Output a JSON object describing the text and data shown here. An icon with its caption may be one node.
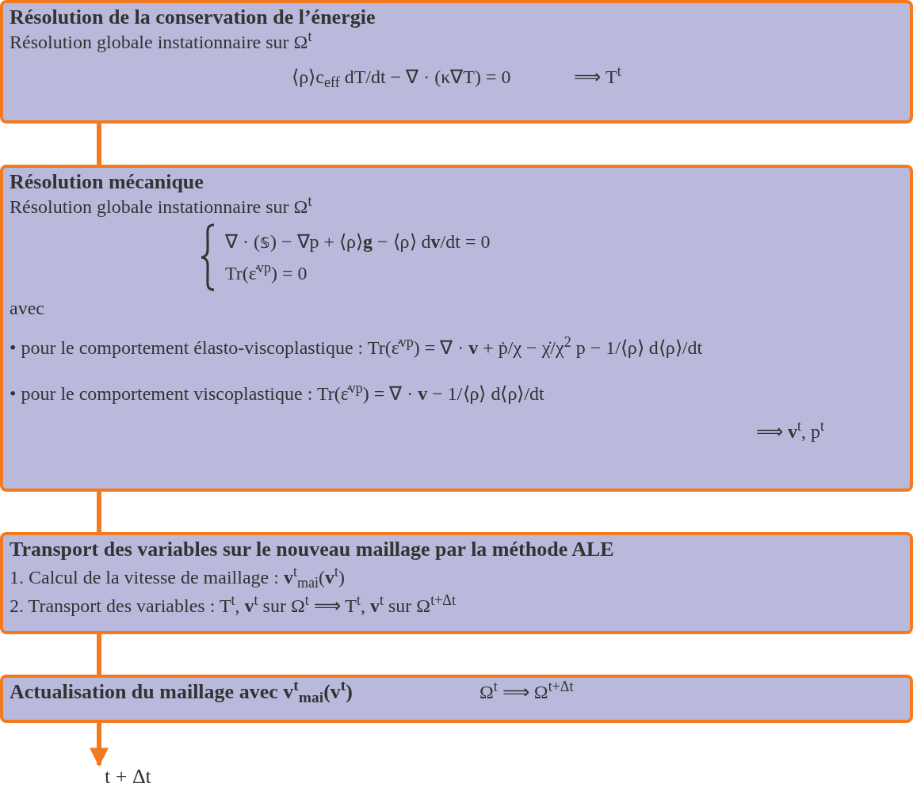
{
  "diagram": {
    "nodes": [
      {
        "text": [
          "Résolution de la conservation de l’énergie",
          "Résolution globale instationnaire sur Ω$^{t}$",
          "⟨ρ⟩c$_{eff}$ dT/dt − ∇ · (κ∇T) = 0",
          "⟹ T$^{t}$"
        ]
      },
      {
        "text": [
          "Résolution mécanique",
          "Résolution globale instationnaire sur Ω$^{t}$",
          "∇ · (𝕤) − ∇p + ⟨ρ⟩**g** − ⟨ρ⟩ d**v**/dt = 0",
          "Tr(ε̇$^{vp}$) = 0",
          "avec",
          "• pour le comportement élasto-viscoplastique : Tr(ε̇$^{vp}$) = ∇ · **v** + ṗ/χ − χ̇/χ$^{2}$ p − 1/⟨ρ⟩ d⟨ρ⟩/dt",
          "• pour le comportement viscoplastique : Tr(ε̇$^{vp}$) = ∇ · **v** − 1/⟨ρ⟩ d⟨ρ⟩/dt",
          "⟹ **v**$^{t}$, p$^{t}$"
        ]
      },
      {
        "text": [
          "Transport des variables sur le nouveau maillage par la méthode ALE",
          "1. Calcul de la vitesse de maillage : **v**$^{t}$$_{mai}$(**v**$^{t}$)",
          "2. Transport des variables : T$^{t}$, **v**$^{t}$ sur Ω$^{t}$ ⟹ T$^{t}$, **v**$^{t}$ sur Ω$^{t+Δt}$"
        ]
      },
      {
        "text": [
          "Actualisation du maillage avec **v**$^{t}$$_{mai}$(**v**$^{t}$)",
          "Ω$^{t}$ ⟹ Ω$^{t+Δt}$"
        ]
      },
      {
        "text": [
          "t + Δt"
        ]
      }
    ],
    "edges": [
      {
        "from": 0,
        "to": 1,
        "arrow": "none"
      },
      {
        "from": 1,
        "to": 2,
        "arrow": "none"
      },
      {
        "from": 2,
        "to": 3,
        "arrow": "none"
      },
      {
        "from": 3,
        "to": 4,
        "arrow": "to"
      }
    ]
  }
}
